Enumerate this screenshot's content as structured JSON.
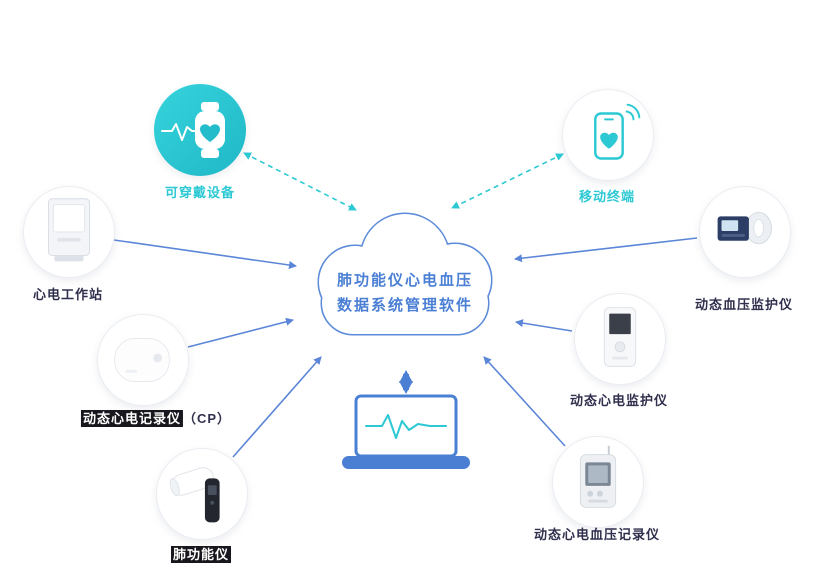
{
  "cloud": {
    "line1": "肺功能仪心电血压",
    "line2": "数据系统管理软件"
  },
  "nodes": {
    "wearable": {
      "label": "可穿戴设备"
    },
    "mobile": {
      "label": "移动终端"
    },
    "workstation": {
      "label": "心电工作站"
    },
    "bp_monitor": {
      "label": "动态血压监护仪"
    },
    "cp_recorder": {
      "label_main": "动态心电记录仪",
      "label_suffix": "（CP）"
    },
    "ecg_monitor": {
      "label": "动态心电监护仪"
    },
    "spirometer": {
      "label": "肺功能仪"
    },
    "ecg_bp_recorder": {
      "label": "动态心电血压记录仪"
    }
  },
  "colors": {
    "accent_blue": "#4a7fd4",
    "teal": "#2cc9d4",
    "dark_text": "#30304e",
    "highlight_bg": "#17171d",
    "highlight_text": "#ffffff"
  }
}
